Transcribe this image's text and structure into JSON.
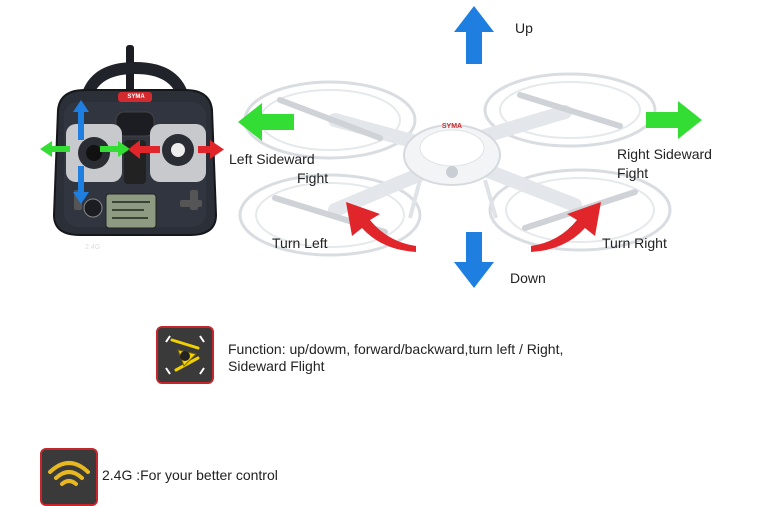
{
  "remote": {
    "brand": "SYMA",
    "band_badge": "2.4G"
  },
  "drone": {
    "brand": "SYMA"
  },
  "labels": {
    "up": "Up",
    "down": "Down",
    "left_sideward_line1": "Left Sideward",
    "left_sideward_line2": "Fight",
    "right_sideward_line1": "Right Sideward",
    "right_sideward_line2": "Fight",
    "turn_left": "Turn Left",
    "turn_right": "Turn Right"
  },
  "features": [
    {
      "icon": "helicopter-function-icon",
      "line1": "Function: up/dowm, forward/backward,turn left / Right,",
      "line2": "Sideward Flight"
    },
    {
      "icon": "wireless-signal-icon",
      "line1": "2.4G :For your better control"
    }
  ],
  "colors": {
    "blue_arrow": "#1e7fe0",
    "green_arrow": "#33dd33",
    "red_arrow": "#e0252b",
    "badge_border": "#c4262b",
    "remote_body": "#2b2f38"
  }
}
